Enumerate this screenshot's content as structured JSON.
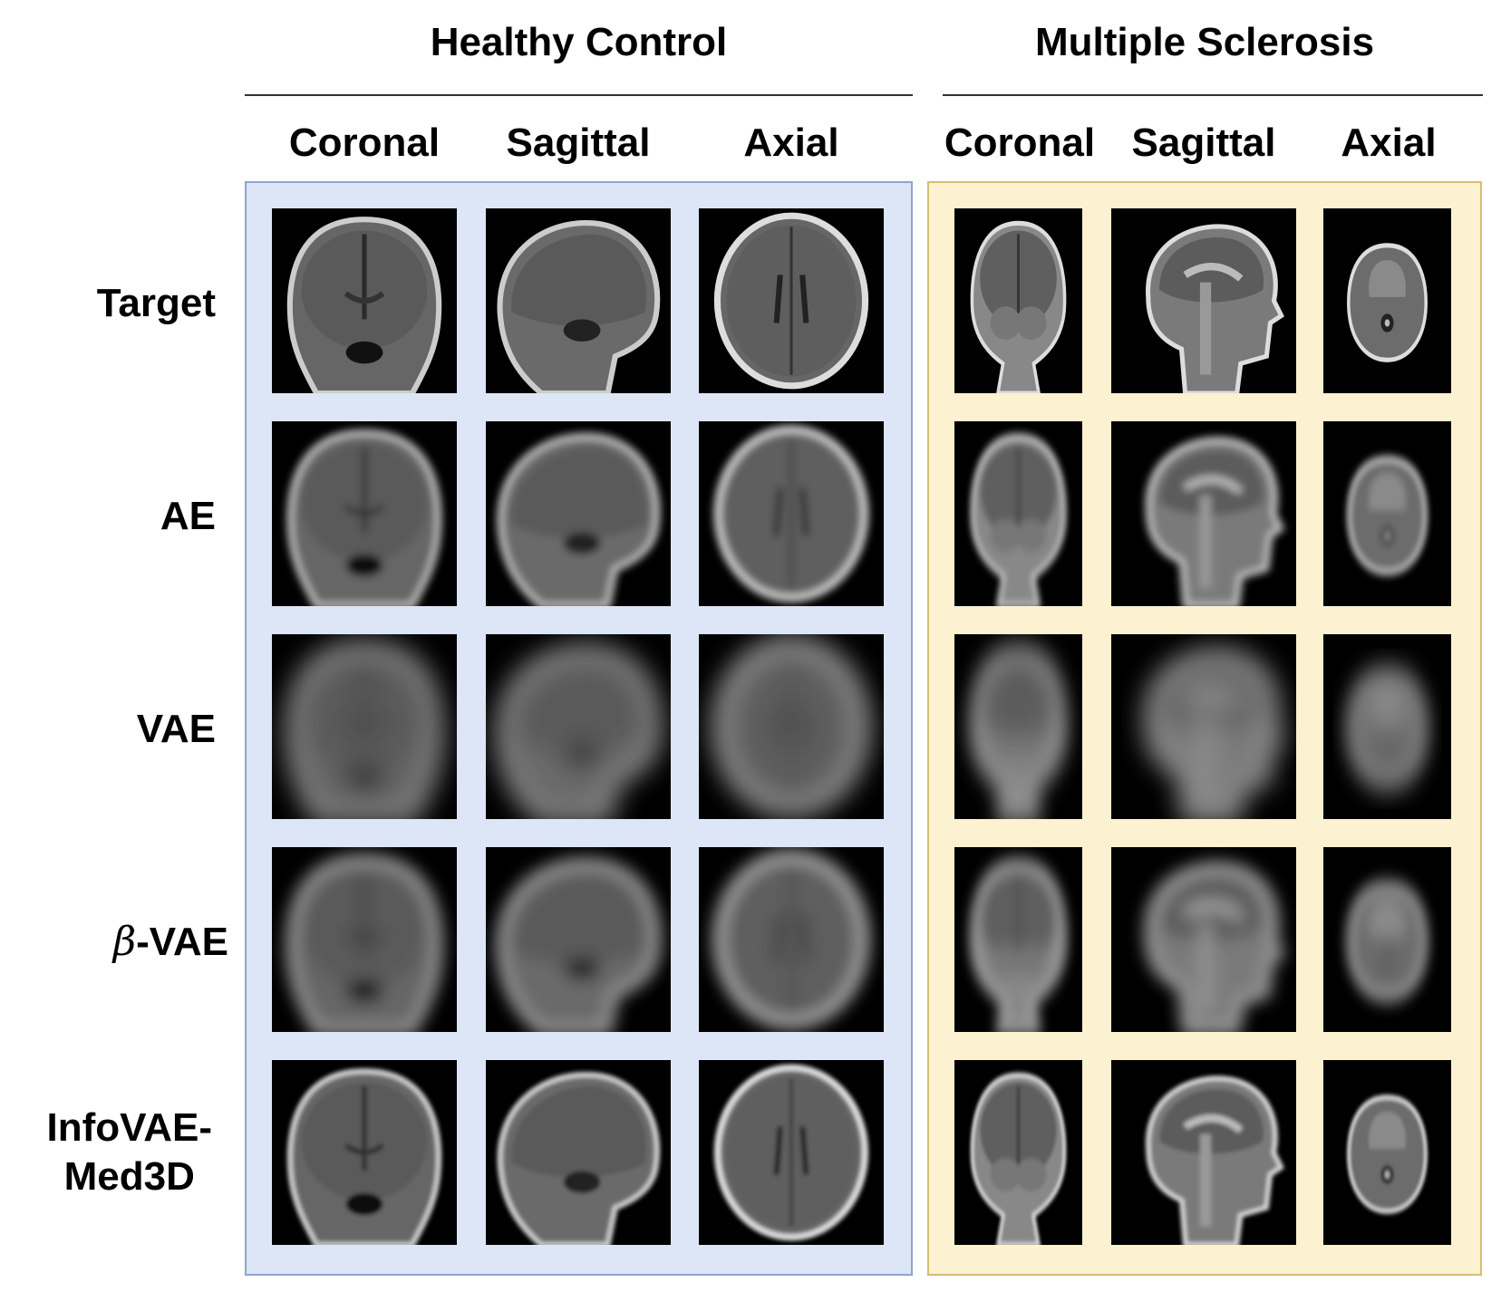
{
  "groups": [
    {
      "title": "Healthy Control",
      "panel_color": "#dce6f6",
      "border_color": "#8ea5cf",
      "columns": [
        "Coronal",
        "Sagittal",
        "Axial"
      ]
    },
    {
      "title": "Multiple Sclerosis",
      "panel_color": "#fcf1d1",
      "border_color": "#d4bf72",
      "columns": [
        "Coronal",
        "Sagittal",
        "Axial"
      ]
    }
  ],
  "rows": [
    {
      "label": "Target",
      "blur": "sharp"
    },
    {
      "label": "AE",
      "blur": "moderate"
    },
    {
      "label": "VAE",
      "blur": "heavy"
    },
    {
      "label": "β-VAE",
      "label_prefix": "β",
      "label_suffix": "-VAE",
      "blur": "strong"
    },
    {
      "label": "InfoVAE-Med3D",
      "label_line1": "InfoVAE-",
      "label_line2": "Med3D",
      "blur": "light"
    }
  ],
  "image_semantic": "brain MRI slice reconstructions"
}
